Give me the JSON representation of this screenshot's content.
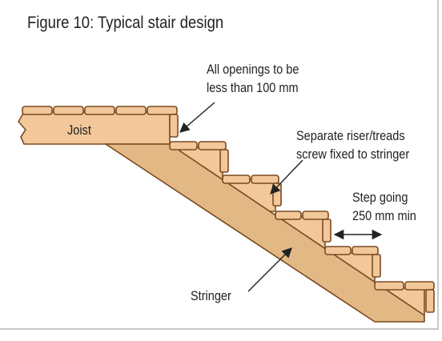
{
  "figure": {
    "title": "Figure 10: Typical stair design"
  },
  "labels": {
    "joist": "Joist",
    "stringer": "Stringer",
    "openings_line1": "All openings to be",
    "openings_line2": "less than 100 mm",
    "riser_line1": "Separate riser/treads",
    "riser_line2": "screw fixed to stringer",
    "step_line1": "Step going",
    "step_line2": "250 mm min"
  },
  "colors": {
    "wood_fill": "#f2c89a",
    "stringer_fill": "#e2b884",
    "outline": "#7a4a22",
    "text": "#222222",
    "frame": "#c8c8c8"
  }
}
